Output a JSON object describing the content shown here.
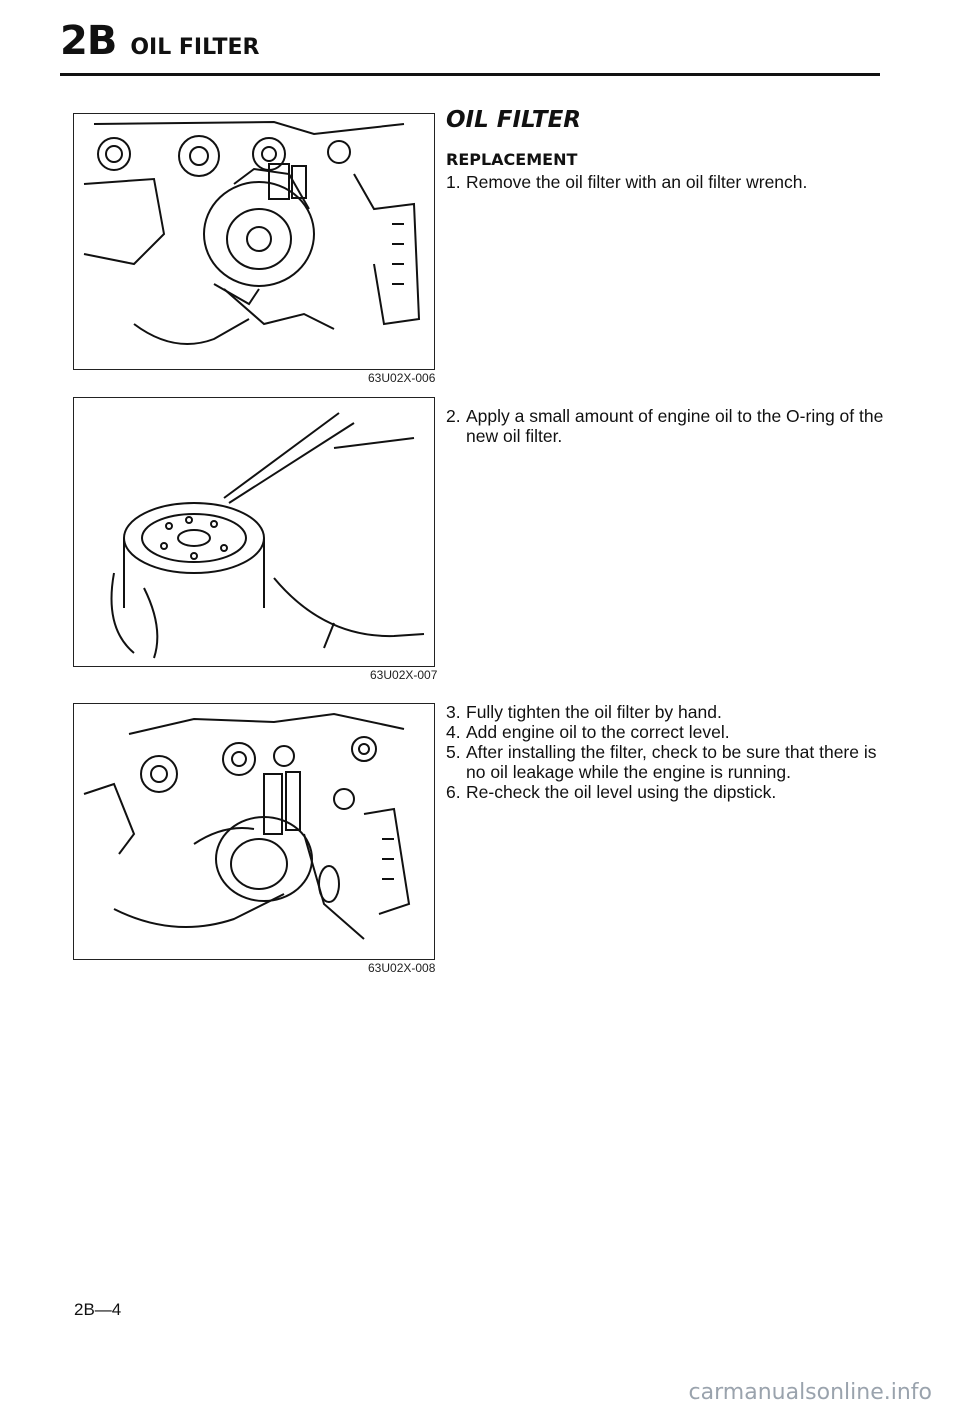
{
  "header": {
    "section_code": "2B",
    "section_title": "OIL FILTER"
  },
  "figures": [
    {
      "caption": "63U02X-006"
    },
    {
      "caption": "63U02X-007"
    },
    {
      "caption": "63U02X-008"
    }
  ],
  "main": {
    "heading": "OIL FILTER",
    "subheading": "REPLACEMENT",
    "steps": [
      {
        "num": "1.",
        "text": "Remove the oil filter with an oil filter wrench."
      },
      {
        "num": "2.",
        "text": "Apply a small amount of engine oil to the O-ring of the new oil filter."
      },
      {
        "num": "3.",
        "text": "Fully tighten the oil filter by hand."
      },
      {
        "num": "4.",
        "text": "Add engine oil to the correct level."
      },
      {
        "num": "5.",
        "text": "After installing the filter, check to be sure that there is no oil leakage while the engine is running."
      },
      {
        "num": "6.",
        "text": "Re-check the oil level using the dipstick."
      }
    ]
  },
  "footer": {
    "page_number": "2B—4",
    "watermark": "carmanualsonline.info"
  }
}
